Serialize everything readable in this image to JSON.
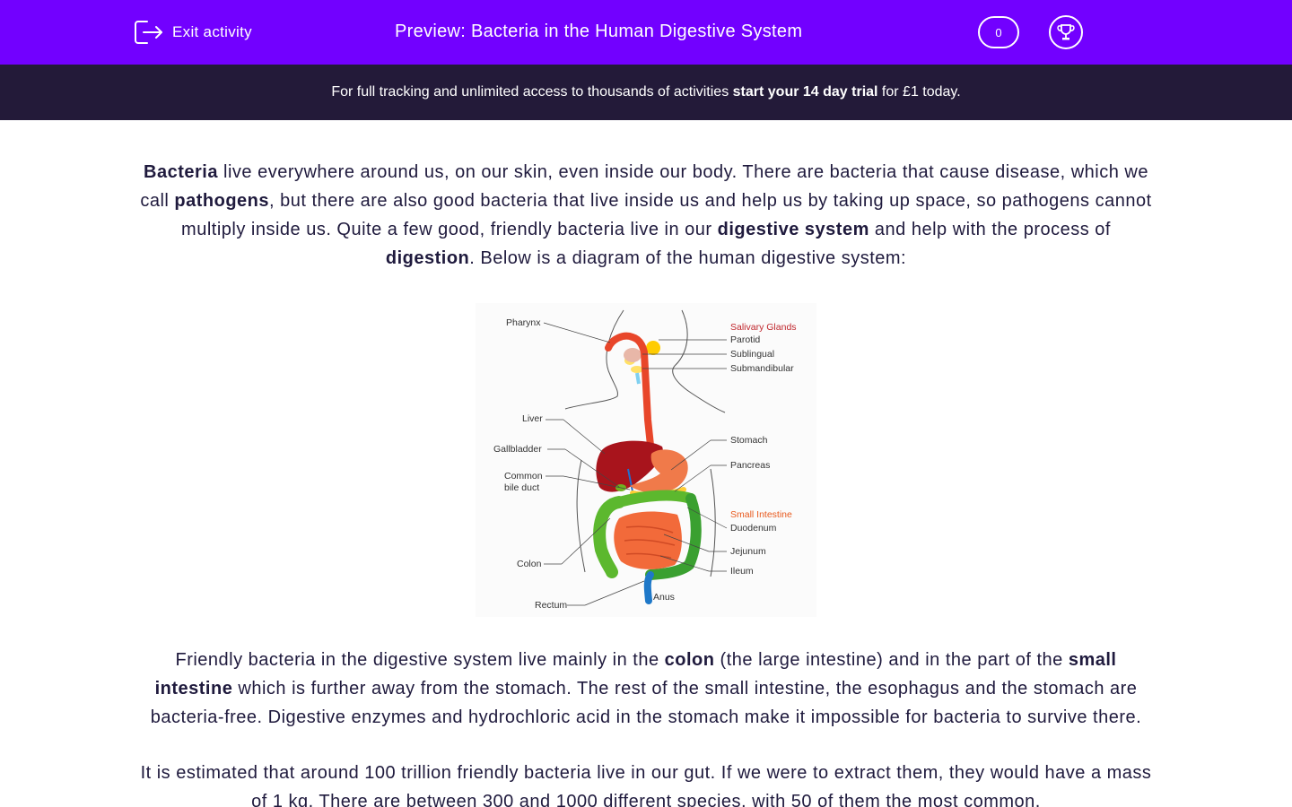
{
  "header": {
    "exit_label": "Exit activity",
    "title": "Preview: Bacteria in the Human Digestive System",
    "score": "0",
    "accent_color": "#7200ff"
  },
  "banner": {
    "text_before": "For full tracking and unlimited access to thousands of activities ",
    "text_bold": "start your 14 day trial",
    "text_after": " for £1 today."
  },
  "intro": {
    "s1_bold": "Bacteria",
    "s1": " live everywhere around us, on our skin, even inside our body. There are bacteria that cause disease, which we call ",
    "s2_bold": "pathogens",
    "s2": ", but there are also good bacteria that live inside us and help us by taking up space, so pathogens cannot multiply inside us. Quite a few good, friendly bacteria live in our ",
    "s3_bold": "digestive system",
    "s3": " and help with the process of ",
    "s4_bold": "digestion",
    "s4": ". Below is a diagram of the human digestive system:"
  },
  "diagram": {
    "labels_left": {
      "pharynx": "Pharynx",
      "liver": "Liver",
      "gallbladder": "Gallbladder",
      "common_bile_duct_1": "Common",
      "common_bile_duct_2": "bile duct",
      "colon": "Colon",
      "rectum": "Rectum"
    },
    "labels_right": {
      "salivary_glands": "Salivary Glands",
      "parotid": "Parotid",
      "sublingual": "Sublingual",
      "submandibular": "Submandibular",
      "stomach": "Stomach",
      "pancreas": "Pancreas",
      "small_intestine": "Small Intestine",
      "duodenum": "Duodenum",
      "jejunum": "Jejunum",
      "ileum": "Ileum",
      "anus": "Anus"
    }
  },
  "para2": {
    "s1": "Friendly bacteria in the digestive system live mainly in the ",
    "s1_bold": "colon",
    "s2": " (the large intestine) and in the part of the ",
    "s2_bold": "small intestine",
    "s3": " which is further away from the stomach. The rest of the small intestine, the esophagus and the stomach are bacteria-free. Digestive enzymes and hydrochloric acid in the stomach make it impossible for bacteria to survive there."
  },
  "para3": {
    "text": "It is estimated that around 100 trillion friendly bacteria live in our gut. If we were to extract them, they would have a mass of 1 kg. There are between 300 and 1000 different species, with 50 of them the most common."
  }
}
